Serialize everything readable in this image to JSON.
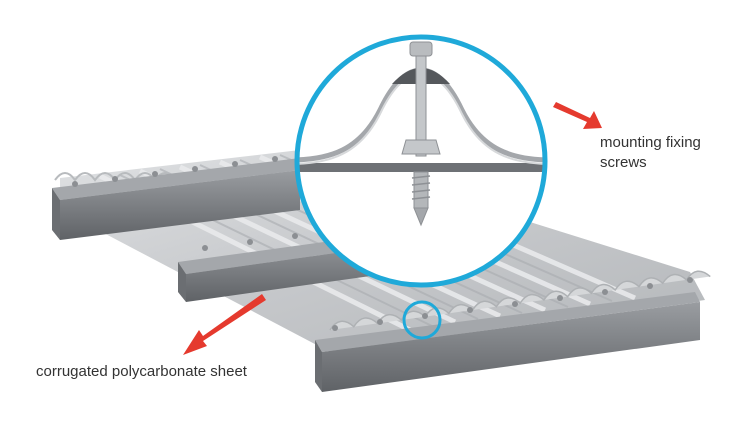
{
  "labels": {
    "screws_line1": "mounting fixing",
    "screws_line2": "screws",
    "sheet": "corrugated polycarbonate sheet"
  },
  "colors": {
    "callout_circle": "#1fa9d9",
    "arrow": "#e53a2e",
    "sheet": "#c9cbcd",
    "purlin": "#7c7f83",
    "purlin_dark": "#5d6064",
    "screw": "#b9bcbf"
  },
  "icons": {
    "arrow": "red-pointer-arrow",
    "callout": "magnifier-circle"
  }
}
